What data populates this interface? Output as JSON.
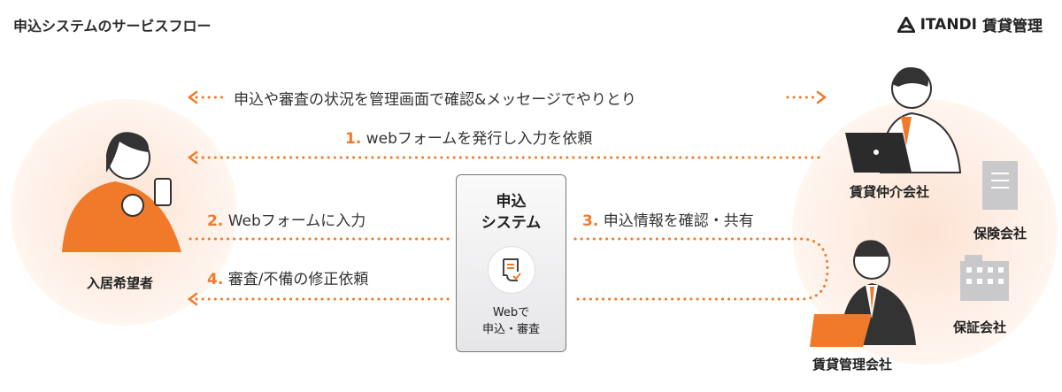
{
  "title": "申込システムのサービスフロー",
  "logo": {
    "brand": "ITANDI",
    "product": "賃貸管理"
  },
  "top_arrow": "申込や審査の状況を管理画面で確認&メッセージでやりとり",
  "flows": [
    {
      "num": "1.",
      "text": "webフォームを発行し入力を依頼"
    },
    {
      "num": "2.",
      "text": "Webフォームに入力"
    },
    {
      "num": "3.",
      "text": "申込情報を確認・共有"
    },
    {
      "num": "4.",
      "text": "審査/不備の修正依頼"
    }
  ],
  "system": {
    "title1": "申込",
    "title2": "システム",
    "sub1": "Webで",
    "sub2": "申込・審査"
  },
  "actors": {
    "applicant": "入居希望者",
    "broker": "賃貸仲介会社",
    "insurance": "保険会社",
    "guarantor": "保証会社",
    "manager": "賃貸管理会社"
  },
  "colors": {
    "accent": "#f07a2a",
    "circle": "#fdeee4"
  }
}
